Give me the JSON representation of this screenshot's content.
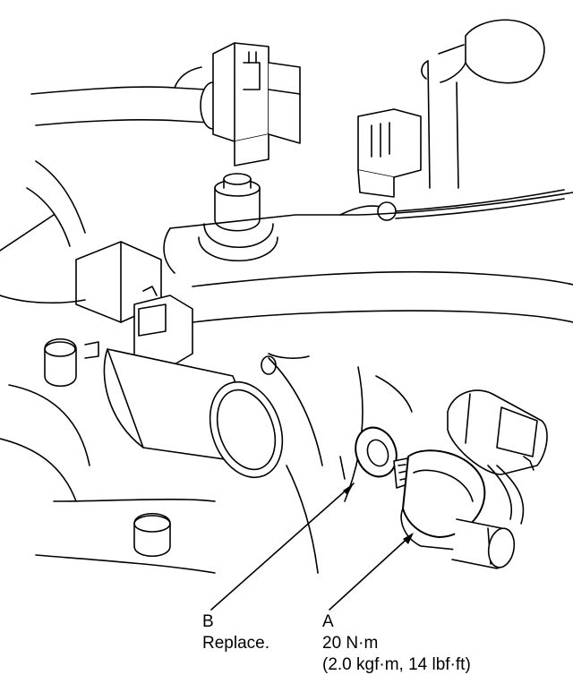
{
  "callouts": {
    "b": {
      "letter": "B",
      "note": "Replace."
    },
    "a": {
      "letter": "A",
      "torque": "20 N·m",
      "torque_alt": "(2.0 kgf·m, 14 lbf·ft)"
    }
  },
  "colors": {
    "line": "#000000",
    "background": "#ffffff"
  }
}
